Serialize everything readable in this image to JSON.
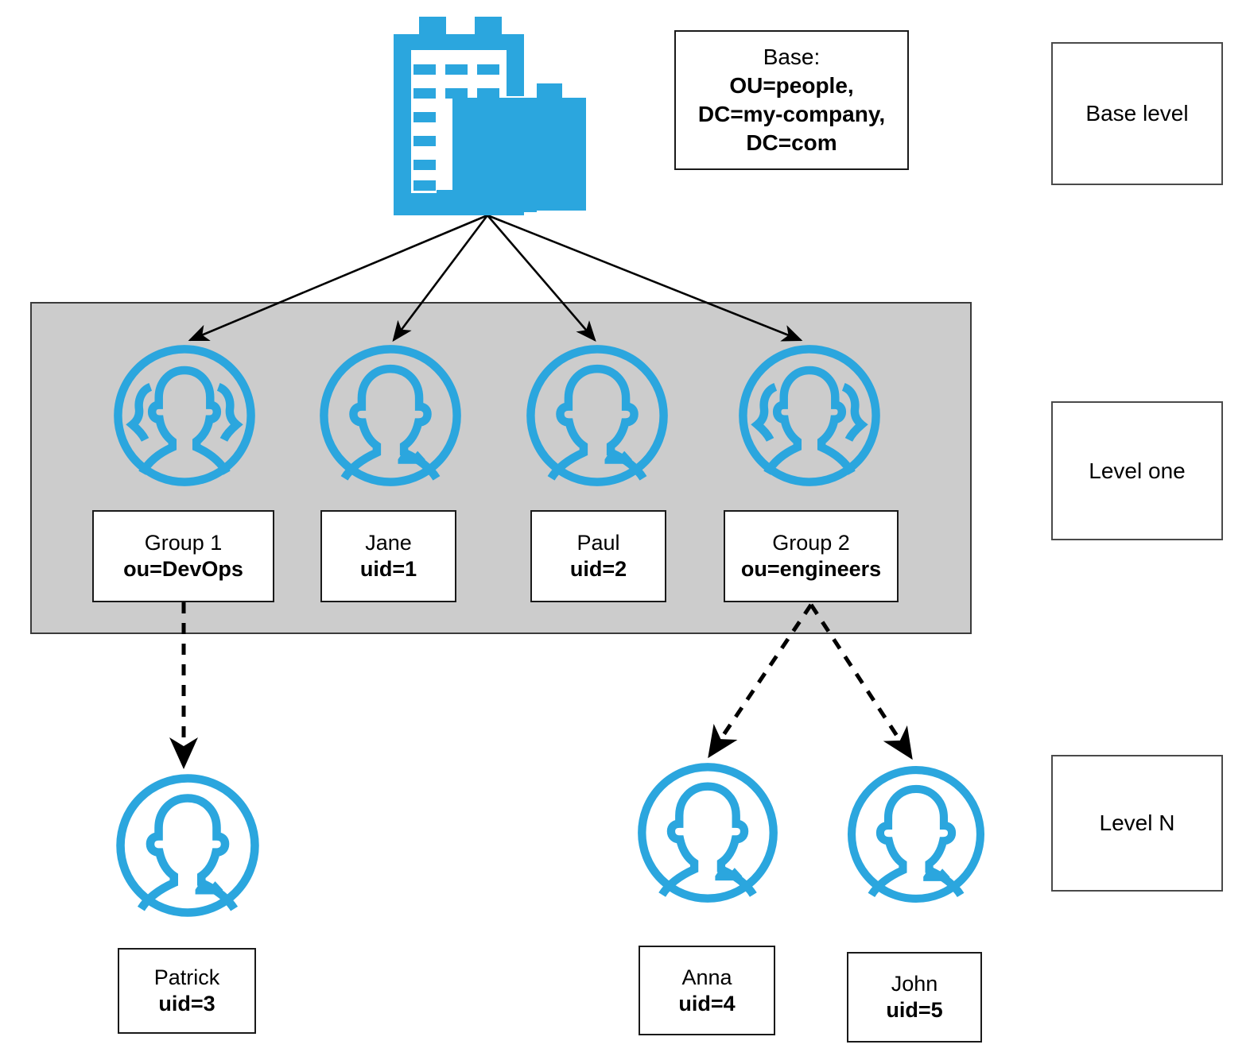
{
  "diagram": {
    "title_icon": "office-building-icon",
    "base_note": {
      "label": "Base:",
      "line1": "OU=people,",
      "line2": "DC=my-company,",
      "line3": "DC=com"
    },
    "levels": [
      {
        "id": "base",
        "label": "Base level"
      },
      {
        "id": "one",
        "label": "Level one"
      },
      {
        "id": "n",
        "label": "Level N"
      }
    ],
    "level_one_nodes": [
      {
        "id": "group1",
        "icon": "group-avatar-icon",
        "name": "Group 1",
        "attr": "ou=DevOps"
      },
      {
        "id": "jane",
        "icon": "person-avatar-icon",
        "name": "Jane",
        "attr": "uid=1"
      },
      {
        "id": "paul",
        "icon": "person-avatar-icon",
        "name": "Paul",
        "attr": "uid=2"
      },
      {
        "id": "group2",
        "icon": "group-avatar-icon",
        "name": "Group 2",
        "attr": "ou=engineers"
      }
    ],
    "level_n_nodes": [
      {
        "id": "patrick",
        "icon": "person-avatar-icon",
        "name": "Patrick",
        "attr": "uid=3"
      },
      {
        "id": "anna",
        "icon": "person-avatar-icon",
        "name": "Anna",
        "attr": "uid=4"
      },
      {
        "id": "john",
        "icon": "person-avatar-icon",
        "name": "John",
        "attr": "uid=5"
      }
    ],
    "colors": {
      "accent_blue": "#2BA6DE",
      "band_gray": "#cccccc",
      "stroke_black": "#000000"
    }
  }
}
